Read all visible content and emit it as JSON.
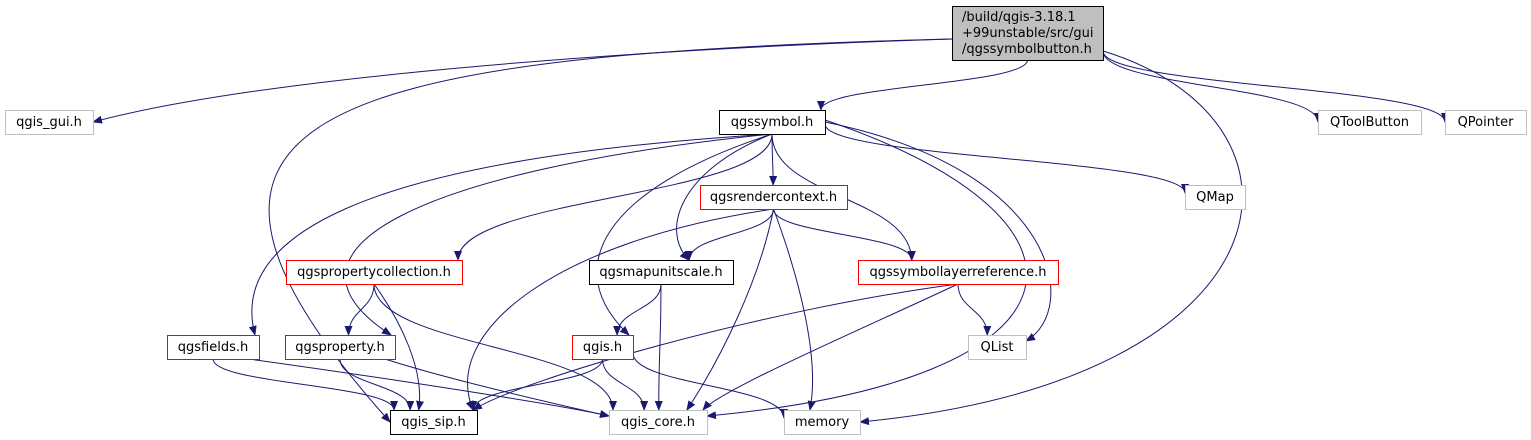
{
  "diagram": {
    "colors": {
      "edge": "#191970",
      "root_fill": "#bfbfbf",
      "root_border": "#000000",
      "documented_border": "#000000",
      "has_more_border": "#ff0000",
      "external_border": "#bfbfbf"
    },
    "nodes": [
      {
        "id": "root",
        "style": "root",
        "lines": [
          "/build/qgis-3.18.1",
          "+99unstable/src/gui",
          "/qgssymbolbutton.h"
        ]
      },
      {
        "id": "qgis_gui",
        "style": "external",
        "lines": [
          "qgis_gui.h"
        ]
      },
      {
        "id": "qgssymbol",
        "style": "documented",
        "lines": [
          "qgssymbol.h"
        ]
      },
      {
        "id": "qtoolbutton",
        "style": "external",
        "lines": [
          "QToolButton"
        ]
      },
      {
        "id": "qpointer",
        "style": "external",
        "lines": [
          "QPointer"
        ]
      },
      {
        "id": "qgsrendercontext",
        "style": "has_more",
        "lines": [
          "qgsrendercontext.h"
        ]
      },
      {
        "id": "qmap",
        "style": "external",
        "lines": [
          "QMap"
        ]
      },
      {
        "id": "qgspropertycollection",
        "style": "has_more",
        "lines": [
          "qgspropertycollection.h"
        ]
      },
      {
        "id": "qgsmapunitscale",
        "style": "documented",
        "lines": [
          "qgsmapunitscale.h"
        ]
      },
      {
        "id": "qgssymbollayerreference",
        "style": "has_more",
        "lines": [
          "qgssymbollayerreference.h"
        ]
      },
      {
        "id": "qgsfields",
        "style": "has_more",
        "lines": [
          "qgsfields.h"
        ]
      },
      {
        "id": "qgsproperty",
        "style": "has_more",
        "lines": [
          "qgsproperty.h"
        ]
      },
      {
        "id": "qgis_h",
        "style": "has_more",
        "lines": [
          "qgis.h"
        ]
      },
      {
        "id": "qlist",
        "style": "external",
        "lines": [
          "QList"
        ]
      },
      {
        "id": "qgis_sip",
        "style": "documented",
        "lines": [
          "qgis_sip.h"
        ]
      },
      {
        "id": "qgis_core",
        "style": "external",
        "lines": [
          "qgis_core.h"
        ]
      },
      {
        "id": "memory",
        "style": "external",
        "lines": [
          "memory"
        ]
      }
    ],
    "edges": [
      [
        "root",
        "qgis_gui"
      ],
      [
        "root",
        "qgssymbol"
      ],
      [
        "root",
        "qtoolbutton"
      ],
      [
        "root",
        "qpointer"
      ],
      [
        "root",
        "qgis_sip"
      ],
      [
        "root",
        "memory"
      ],
      [
        "qgssymbol",
        "qgsrendercontext"
      ],
      [
        "qgssymbol",
        "qmap"
      ],
      [
        "qgssymbol",
        "qgspropertycollection"
      ],
      [
        "qgssymbol",
        "qgsmapunitscale"
      ],
      [
        "qgssymbol",
        "qgssymbollayerreference"
      ],
      [
        "qgssymbol",
        "qgsfields"
      ],
      [
        "qgssymbol",
        "qgsproperty"
      ],
      [
        "qgssymbol",
        "qgis_h"
      ],
      [
        "qgssymbol",
        "qlist"
      ],
      [
        "qgssymbol",
        "qgis_core"
      ],
      [
        "qgsrendercontext",
        "qgsmapunitscale"
      ],
      [
        "qgsrendercontext",
        "qgssymbollayerreference"
      ],
      [
        "qgsrendercontext",
        "qgis_sip"
      ],
      [
        "qgsrendercontext",
        "qgis_core"
      ],
      [
        "qgsrendercontext",
        "memory"
      ],
      [
        "qgspropertycollection",
        "qgsproperty"
      ],
      [
        "qgspropertycollection",
        "qgis_sip"
      ],
      [
        "qgspropertycollection",
        "qgis_core"
      ],
      [
        "qgsmapunitscale",
        "qgis_h"
      ],
      [
        "qgsmapunitscale",
        "qgis_core"
      ],
      [
        "qgssymbollayerreference",
        "qlist"
      ],
      [
        "qgssymbollayerreference",
        "qgis_sip"
      ],
      [
        "qgssymbollayerreference",
        "qgis_core"
      ],
      [
        "qgsfields",
        "qgis_sip"
      ],
      [
        "qgsfields",
        "qgis_core"
      ],
      [
        "qgsproperty",
        "qgis_sip"
      ],
      [
        "qgsproperty",
        "qgis_core"
      ],
      [
        "qgis_h",
        "qgis_sip"
      ],
      [
        "qgis_h",
        "qgis_core"
      ],
      [
        "qgis_h",
        "memory"
      ]
    ]
  }
}
